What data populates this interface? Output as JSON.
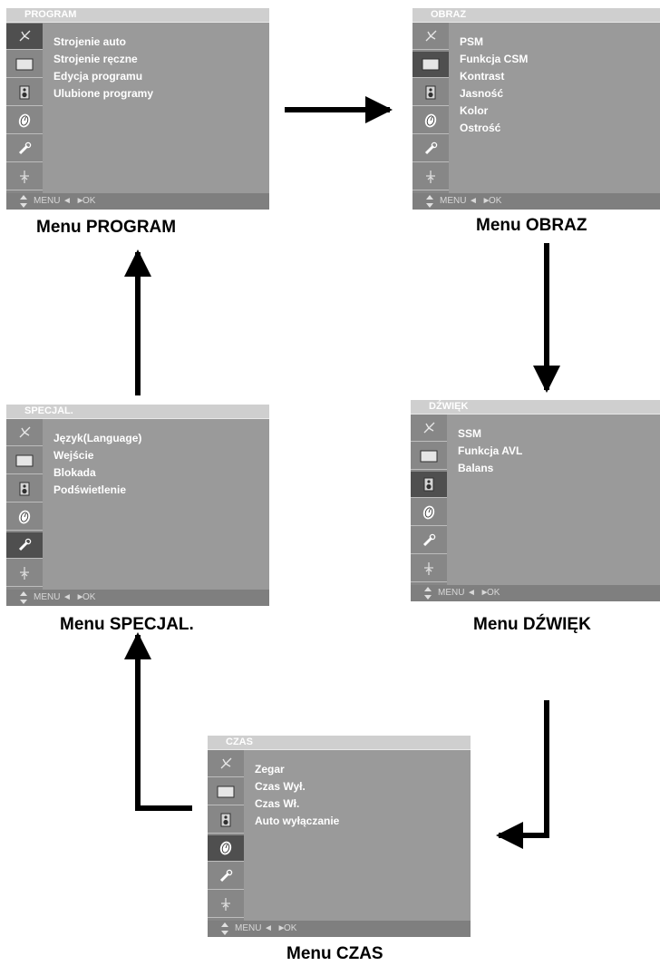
{
  "menus": {
    "program": {
      "title": "PROGRAM",
      "selected_index": 0,
      "items": [
        "Strojenie auto",
        "Strojenie ręczne",
        "Edycja programu",
        "Ulubione programy"
      ],
      "footer": {
        "menu": "MENU",
        "arrows": "◄ ►",
        "ok": "OK"
      },
      "caption": "Menu PROGRAM"
    },
    "obraz": {
      "title": "OBRAZ",
      "selected_index": 1,
      "items": [
        "PSM",
        "Funkcja CSM",
        "Kontrast",
        "Jasność",
        "Kolor",
        "Ostrość"
      ],
      "footer": {
        "menu": "MENU",
        "arrows": "◄ ►",
        "ok": "OK"
      },
      "caption": "Menu OBRAZ"
    },
    "specjal": {
      "title": "SPECJAL.",
      "selected_index": 4,
      "items": [
        "Język(Language)",
        "Wejście",
        "Blokada",
        "Podświetlenie"
      ],
      "footer": {
        "menu": "MENU",
        "arrows": "◄ ►",
        "ok": "OK"
      },
      "caption": "Menu SPECJAL."
    },
    "dzwiek": {
      "title": "DŹWIĘK",
      "selected_index": 2,
      "items": [
        "SSM",
        "Funkcja AVL",
        "Balans"
      ],
      "footer": {
        "menu": "MENU",
        "arrows": "◄ ►",
        "ok": "OK"
      },
      "caption": "Menu DŹWIĘK"
    },
    "czas": {
      "title": "CZAS",
      "selected_index": 3,
      "items": [
        "Zegar",
        "Czas Wył.",
        "Czas Wł.",
        "Auto wyłączanie"
      ],
      "footer": {
        "menu": "MENU",
        "arrows": "◄ ►",
        "ok": "OK"
      },
      "caption": "Menu CZAS"
    }
  },
  "icons": [
    "antenna-icon",
    "picture-icon",
    "speaker-icon",
    "clock-icon",
    "tools-icon",
    "input-icon"
  ],
  "colors": {
    "menu_bg": "#9a9a9a",
    "title_bg": "#cfcfcf",
    "sidebar": "#878787",
    "selected_icon": "#4f4f4f",
    "text": "#ffffff"
  }
}
